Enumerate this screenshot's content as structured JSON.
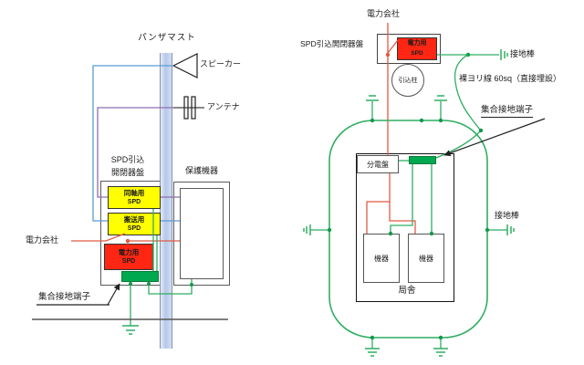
{
  "title": "SPD lightning-protection and collective grounding diagram",
  "colors": {
    "wire-red": "#e05a45",
    "wire-blue": "#5b9bd5",
    "wire-purple": "#8e6fb0",
    "wire-green": "#2fae62",
    "dot-green": "#12994a",
    "spd-yellow": "#ffff00",
    "spd-red": "#ff2613",
    "terminal-green": "#00a84f",
    "pole-fill": "#c9d6ee",
    "box-border": "#5a5a5a",
    "ink": "#1c1c1c"
  },
  "left": {
    "pole_label": "パンザマスト",
    "speaker_label": "スピーカー",
    "antenna_label": "アンテナ",
    "spd_panel_label_line1": "SPD引込",
    "spd_panel_label_line2": "開閉器盤",
    "protected_equipment_label": "保護機器",
    "spd_coax_line1": "同軸用",
    "spd_coax_line2": "SPD",
    "spd_carrier_line1": "搬送用",
    "spd_carrier_line2": "SPD",
    "spd_power_line1": "電力用",
    "spd_power_line2": "SPD",
    "power_company_label": "電力会社",
    "ground_terminal_label": "集合接地端子"
  },
  "right": {
    "power_company_label": "電力会社",
    "spd_panel_label": "SPD引込開閉器盤",
    "spd_power_line1": "電力用",
    "spd_power_line2": "SPD",
    "service_pole_label": "引込柱",
    "ground_rod_top_label": "接地棒",
    "buried_wire_label": "裸ヨリ線 60sq（直接埋設）",
    "ground_terminal_label": "集合接地端子",
    "distribution_board_label": "分電盤",
    "equipment1_label": "機器",
    "equipment2_label": "機器",
    "station_label": "局舎",
    "ground_rod_right_label": "接地棒"
  }
}
